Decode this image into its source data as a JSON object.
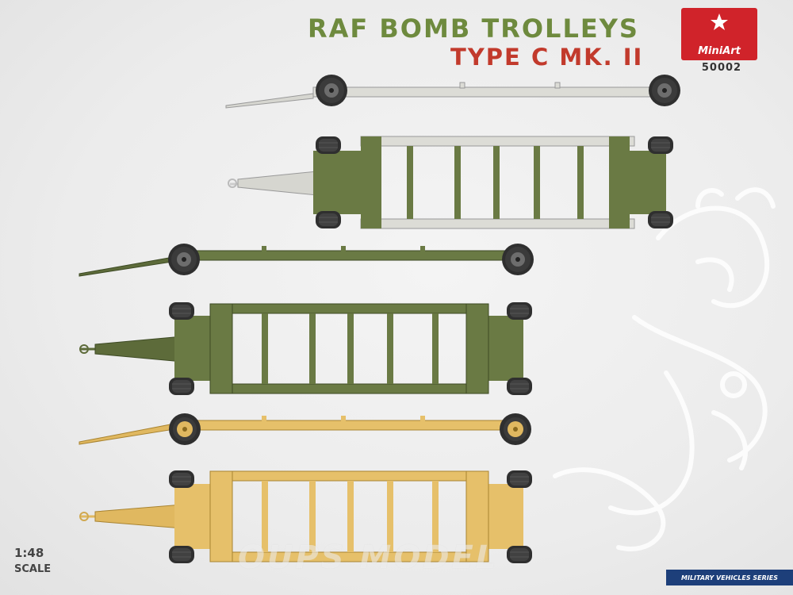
{
  "title": {
    "line1": "RAF BOMB TROLLEYS",
    "line2": "TYPE C MK. II"
  },
  "brand": {
    "logo_text": "MiniArt",
    "catalog_number": "50002"
  },
  "scale": {
    "value": "1:48",
    "label": "SCALE"
  },
  "series_label": "MILITARY VEHICLES SERIES",
  "watermark": "OUPS MODEL",
  "colors": {
    "title_green": "#6e8a3e",
    "title_red": "#c23a2c",
    "logo_red": "#d0232a",
    "series_blue": "#1d3f7a",
    "white_grey_scheme": "#dcdcd6",
    "olive_drab_scheme": "#6a7a44",
    "sand_yellow_scheme": "#e6c06a",
    "tyre": "#2e2e2e"
  },
  "icons": [
    "minart-star-icon",
    "dragon-emblem-icon"
  ]
}
